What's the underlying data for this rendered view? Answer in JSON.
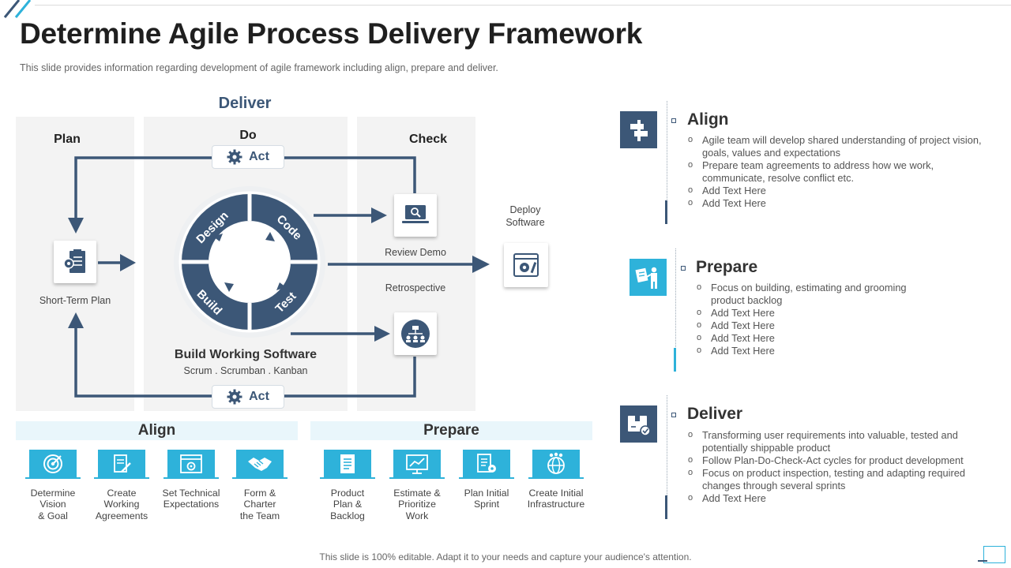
{
  "header": {
    "title": "Determine Agile Process Delivery Framework",
    "subtitle": "This slide provides information regarding development of agile framework including align, prepare and deliver."
  },
  "diagram": {
    "deliver_label": "Deliver",
    "columns": {
      "plan": "Plan",
      "do": "Do",
      "check": "Check"
    },
    "act_top": "Act",
    "act_bottom": "Act",
    "short_term_plan": "Short-Term  Plan",
    "cycle_segments": [
      "Design",
      "Code",
      "Build",
      "Test"
    ],
    "build_title": "Build Working Software",
    "methods": "Scrum . Scrumban . Kanban",
    "review_demo": "Review  Demo",
    "retrospective": "Retrospective",
    "deploy_software": "Deploy\nSoftware"
  },
  "bands": {
    "align": {
      "label": "Align",
      "steps": [
        {
          "label": "Determine\nVision\n& Goal",
          "icon": "target-icon"
        },
        {
          "label": "Create\nWorking\nAgreements",
          "icon": "document-pen-icon"
        },
        {
          "label": "Set Technical\nExpectations",
          "icon": "browser-gear-icon"
        },
        {
          "label": "Form &\nCharter\nthe Team",
          "icon": "handshake-icon"
        }
      ]
    },
    "prepare": {
      "label": "Prepare",
      "steps": [
        {
          "label": "Product\nPlan &\nBacklog",
          "icon": "document-list-icon"
        },
        {
          "label": "Estimate &\nPrioritize\nWork",
          "icon": "chart-board-icon"
        },
        {
          "label": "Plan Initial\nSprint",
          "icon": "checklist-gear-icon"
        },
        {
          "label": "Create Initial\nInfrastructure",
          "icon": "globe-people-icon"
        }
      ]
    }
  },
  "sections": [
    {
      "title": "Align",
      "icon": "signpost-icon",
      "bullets": [
        "Agile team will develop shared understanding of project vision, goals, values and expectations",
        "Prepare team agreements to address how we work, communicate, resolve conflict etc.",
        "Add Text Here",
        "Add Text Here"
      ]
    },
    {
      "title": "Prepare",
      "icon": "presenter-icon",
      "bullets": [
        "Focus on building, estimating and grooming product backlog",
        "Add Text Here",
        "Add Text Here",
        "Add Text Here",
        "Add Text Here"
      ]
    },
    {
      "title": "Deliver",
      "icon": "delivery-box-icon",
      "bullets": [
        "Transforming user requirements into valuable, tested and potentially shippable product",
        "Follow Plan-Do-Check-Act cycles for product development",
        "Focus on product inspection, testing and adapting required changes through several sprints",
        "Add Text Here"
      ]
    }
  ],
  "footer": "This slide is 100% editable. Adapt it to your needs and capture your audience's attention.",
  "colors": {
    "navy": "#3c5777",
    "cyan": "#2eb2da",
    "panel": "#f3f3f3",
    "band": "#e9f6fb"
  }
}
